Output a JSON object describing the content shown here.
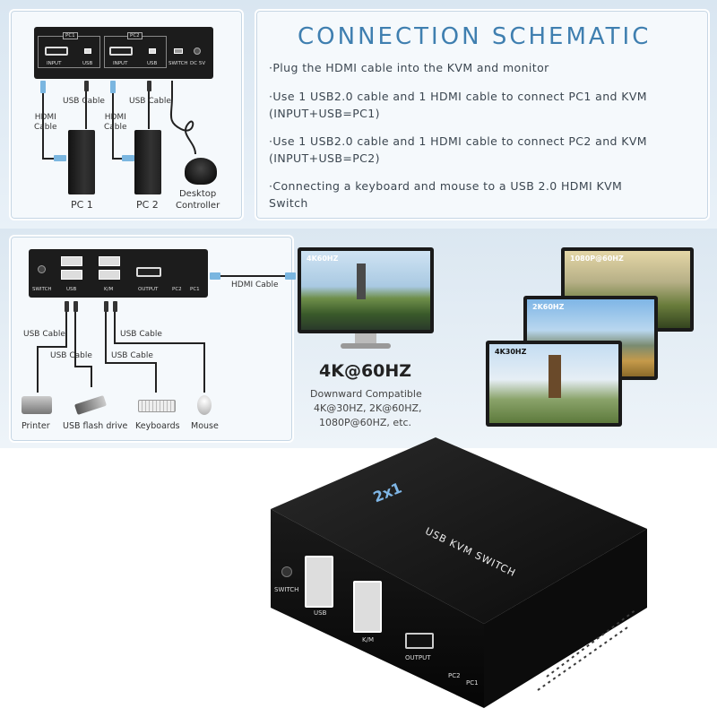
{
  "schematic": {
    "title": "CONNECTION SCHEMATIC",
    "bullets": [
      "·Plug the HDMI cable into the KVM and monitor",
      "·Use 1 USB2.0 cable and 1 HDMI cable to connect PC1 and KVM",
      "(INPUT+USB=PC1)",
      "·Use 1 USB2.0 cable and 1 HDMI cable to connect PC2 and KVM",
      "(INPUT+USB=PC2)",
      "·Connecting a keyboard and mouse to a USB 2.0 HDMI KVM",
      "Switch"
    ]
  },
  "top_device": {
    "pc1_tag": "PC1",
    "pc2_tag": "PC2",
    "input_label": "INPUT",
    "usb_label": "USB",
    "switch_label": "SWITCH",
    "dc_label": "DC 5V"
  },
  "top_labels": {
    "usb_cable_1": "USB Cable",
    "usb_cable_2": "USB Cable",
    "hdmi_cable_1": "HDMI\nCable",
    "hdmi_cable_2": "HDMI\nCable",
    "pc1": "PC 1",
    "pc2": "PC 2",
    "desktop_controller": "Desktop\nController"
  },
  "bottom_device": {
    "switch_label": "SWITCH",
    "usb_label": "USB",
    "km_label": "K/M",
    "output_label": "OUTPUT",
    "pc2_label": "PC2",
    "pc1_label": "PC1"
  },
  "bottom_labels": {
    "hdmi_cable": "HDMI Cable",
    "usb_cable_a": "USB Cable",
    "usb_cable_b": "USB Cable",
    "usb_cable_c": "USB Cable",
    "usb_cable_d": "USB Cable",
    "printer": "Printer",
    "flash_drive": "USB flash drive",
    "keyboards": "Keyboards",
    "mouse": "Mouse"
  },
  "resolution": {
    "main_screen": "4K60HZ",
    "headline": "4K@60HZ",
    "compat_line1": "Downward Compatible",
    "compat_line2": "4K@30HZ, 2K@60HZ,",
    "compat_line3": "1080P@60HZ, etc.",
    "screen_1080": "1080P@60HZ",
    "screen_2k": "2K60HZ",
    "screen_4k30": "4K30HZ"
  },
  "product": {
    "badge": "2x1",
    "name": "USB KVM SWITCH",
    "switch_label": "SWITCH",
    "usb_label": "USB",
    "km_label": "K/M",
    "output_label": "OUTPUT",
    "pc2_label": "PC2",
    "pc1_label": "PC1"
  },
  "colors": {
    "accent": "#3f7fb0",
    "band": "#dde8f2",
    "device": "#1c1c1c"
  }
}
